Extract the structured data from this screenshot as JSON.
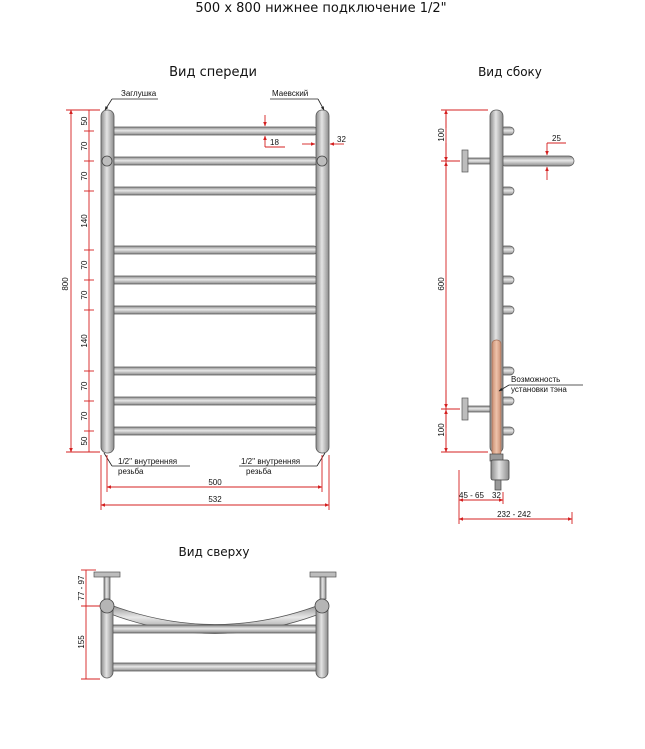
{
  "title": "500 x 800 нижнее подключение 1/2\"",
  "front": {
    "title": "Вид спереди",
    "plug_label": "Заглушка",
    "mayevsky_label": "Маевский",
    "thread_label_1": "1/2'' внутренняя",
    "thread_label_2": "резьба",
    "dims": {
      "height": "800",
      "width_inner": "500",
      "width_outer": "532",
      "tube": "18",
      "post": "32",
      "steps": [
        "50",
        "70",
        "70",
        "140",
        "70",
        "70",
        "140",
        "70",
        "70",
        "50"
      ]
    }
  },
  "side": {
    "title": "Вид сбоку",
    "heater_label_1": "Возможность",
    "heater_label_2": "установки тэна",
    "dims": {
      "top": "100",
      "middle": "600",
      "bottom": "100",
      "rung": "25",
      "mount": "45 - 65",
      "post": "32",
      "depth": "232 - 242"
    }
  },
  "top_view": {
    "title": "Вид сверху",
    "dims": {
      "upper": "77 - 97",
      "lower": "155"
    }
  },
  "colors": {
    "dimension": "#d42020",
    "metal": "#a9a9a9",
    "heater": "#d9a98f"
  }
}
